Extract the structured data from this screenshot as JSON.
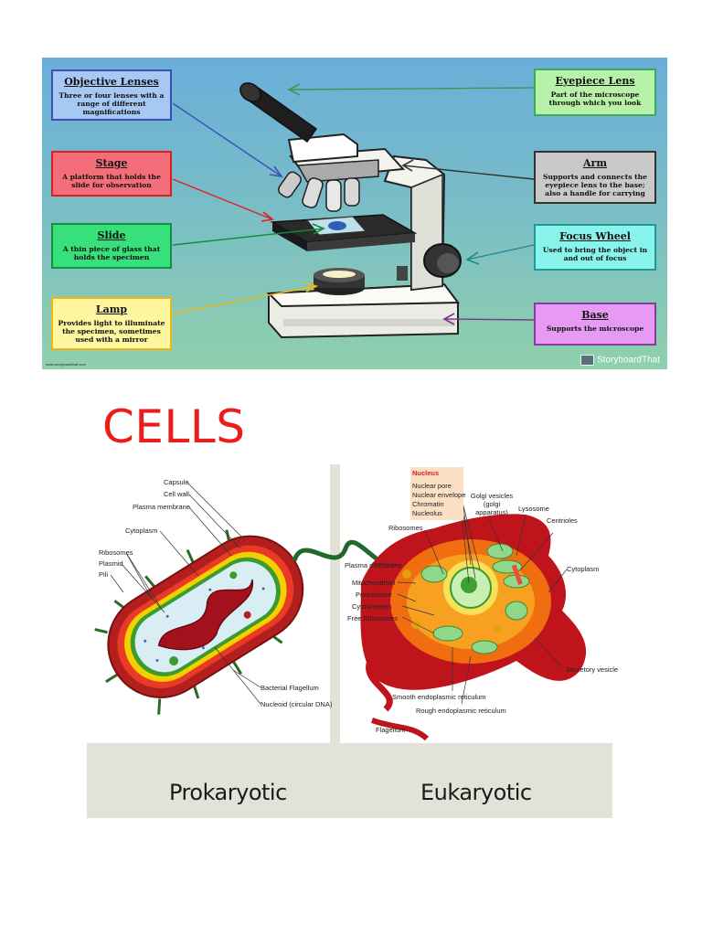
{
  "microscope": {
    "labels": {
      "objective": {
        "title": "Objective Lenses",
        "desc": "Three or four lenses with a range of different magnifications"
      },
      "stage": {
        "title": "Stage",
        "desc": "A platform that holds the slide for observation"
      },
      "slide": {
        "title": "Slide",
        "desc": "A thin piece of glass that holds the specimen"
      },
      "lamp": {
        "title": "Lamp",
        "desc": "Provides light to illuminate the specimen, sometimes used with a mirror"
      },
      "eyepiece": {
        "title": "Eyepiece Lens",
        "desc": "Part of the microscope through which you look"
      },
      "arm": {
        "title": "Arm",
        "desc": "Supports and connects the eyepiece lens to the base; also a handle for carrying"
      },
      "focus": {
        "title": "Focus Wheel",
        "desc": "Used to bring the object in and out of focus"
      },
      "base": {
        "title": "Base",
        "desc": "Supports the microscope"
      }
    },
    "brand": "StoryboardThat",
    "credit": "www.storyboardthat.com"
  },
  "cells": {
    "title": "CELLS",
    "prokaryotic": {
      "name": "Prokaryotic",
      "labels": {
        "capsule": "Capsule",
        "cell_wall": "Cell wall",
        "plasma_membrane": "Plasma membrane",
        "cytoplasm": "Cytoplasm",
        "ribosomes": "Ribosomes",
        "plasmid": "Plasmid",
        "pili": "Pili",
        "flagellum": "Bacterial Flagellum",
        "nucleoid": "Nucleoid (circular DNA)"
      }
    },
    "eukaryotic": {
      "name": "Eukaryotic",
      "labels": {
        "nucleus": "Nucleus",
        "nuclear_pore": "Nuclear pore",
        "nuclear_envelope": "Nuclear envelope",
        "chromatin": "Chromatin",
        "nucleolus": "Nucleolus",
        "golgi": "Golgi vesicles (golgi apparatus)",
        "lysosome": "Lysosome",
        "centrioles": "Centrioles",
        "ribosomes": "Ribosomes",
        "plasma_membrane": "Plasma membrane",
        "mitochondrion": "Mitochondrion",
        "peroxisome": "Peroxisome",
        "cytoskeleton": "Cytoskeleton",
        "free_ribosomes": "Free Ribosomes",
        "cytoplasm": "Cytoplasm",
        "secretory_vesicle": "Secretory vesicle",
        "smooth_er": "Smooth endoplasmic reticulum",
        "rough_er": "Rough endoplasmic reticulum",
        "flagellum": "Flagellum"
      }
    }
  }
}
